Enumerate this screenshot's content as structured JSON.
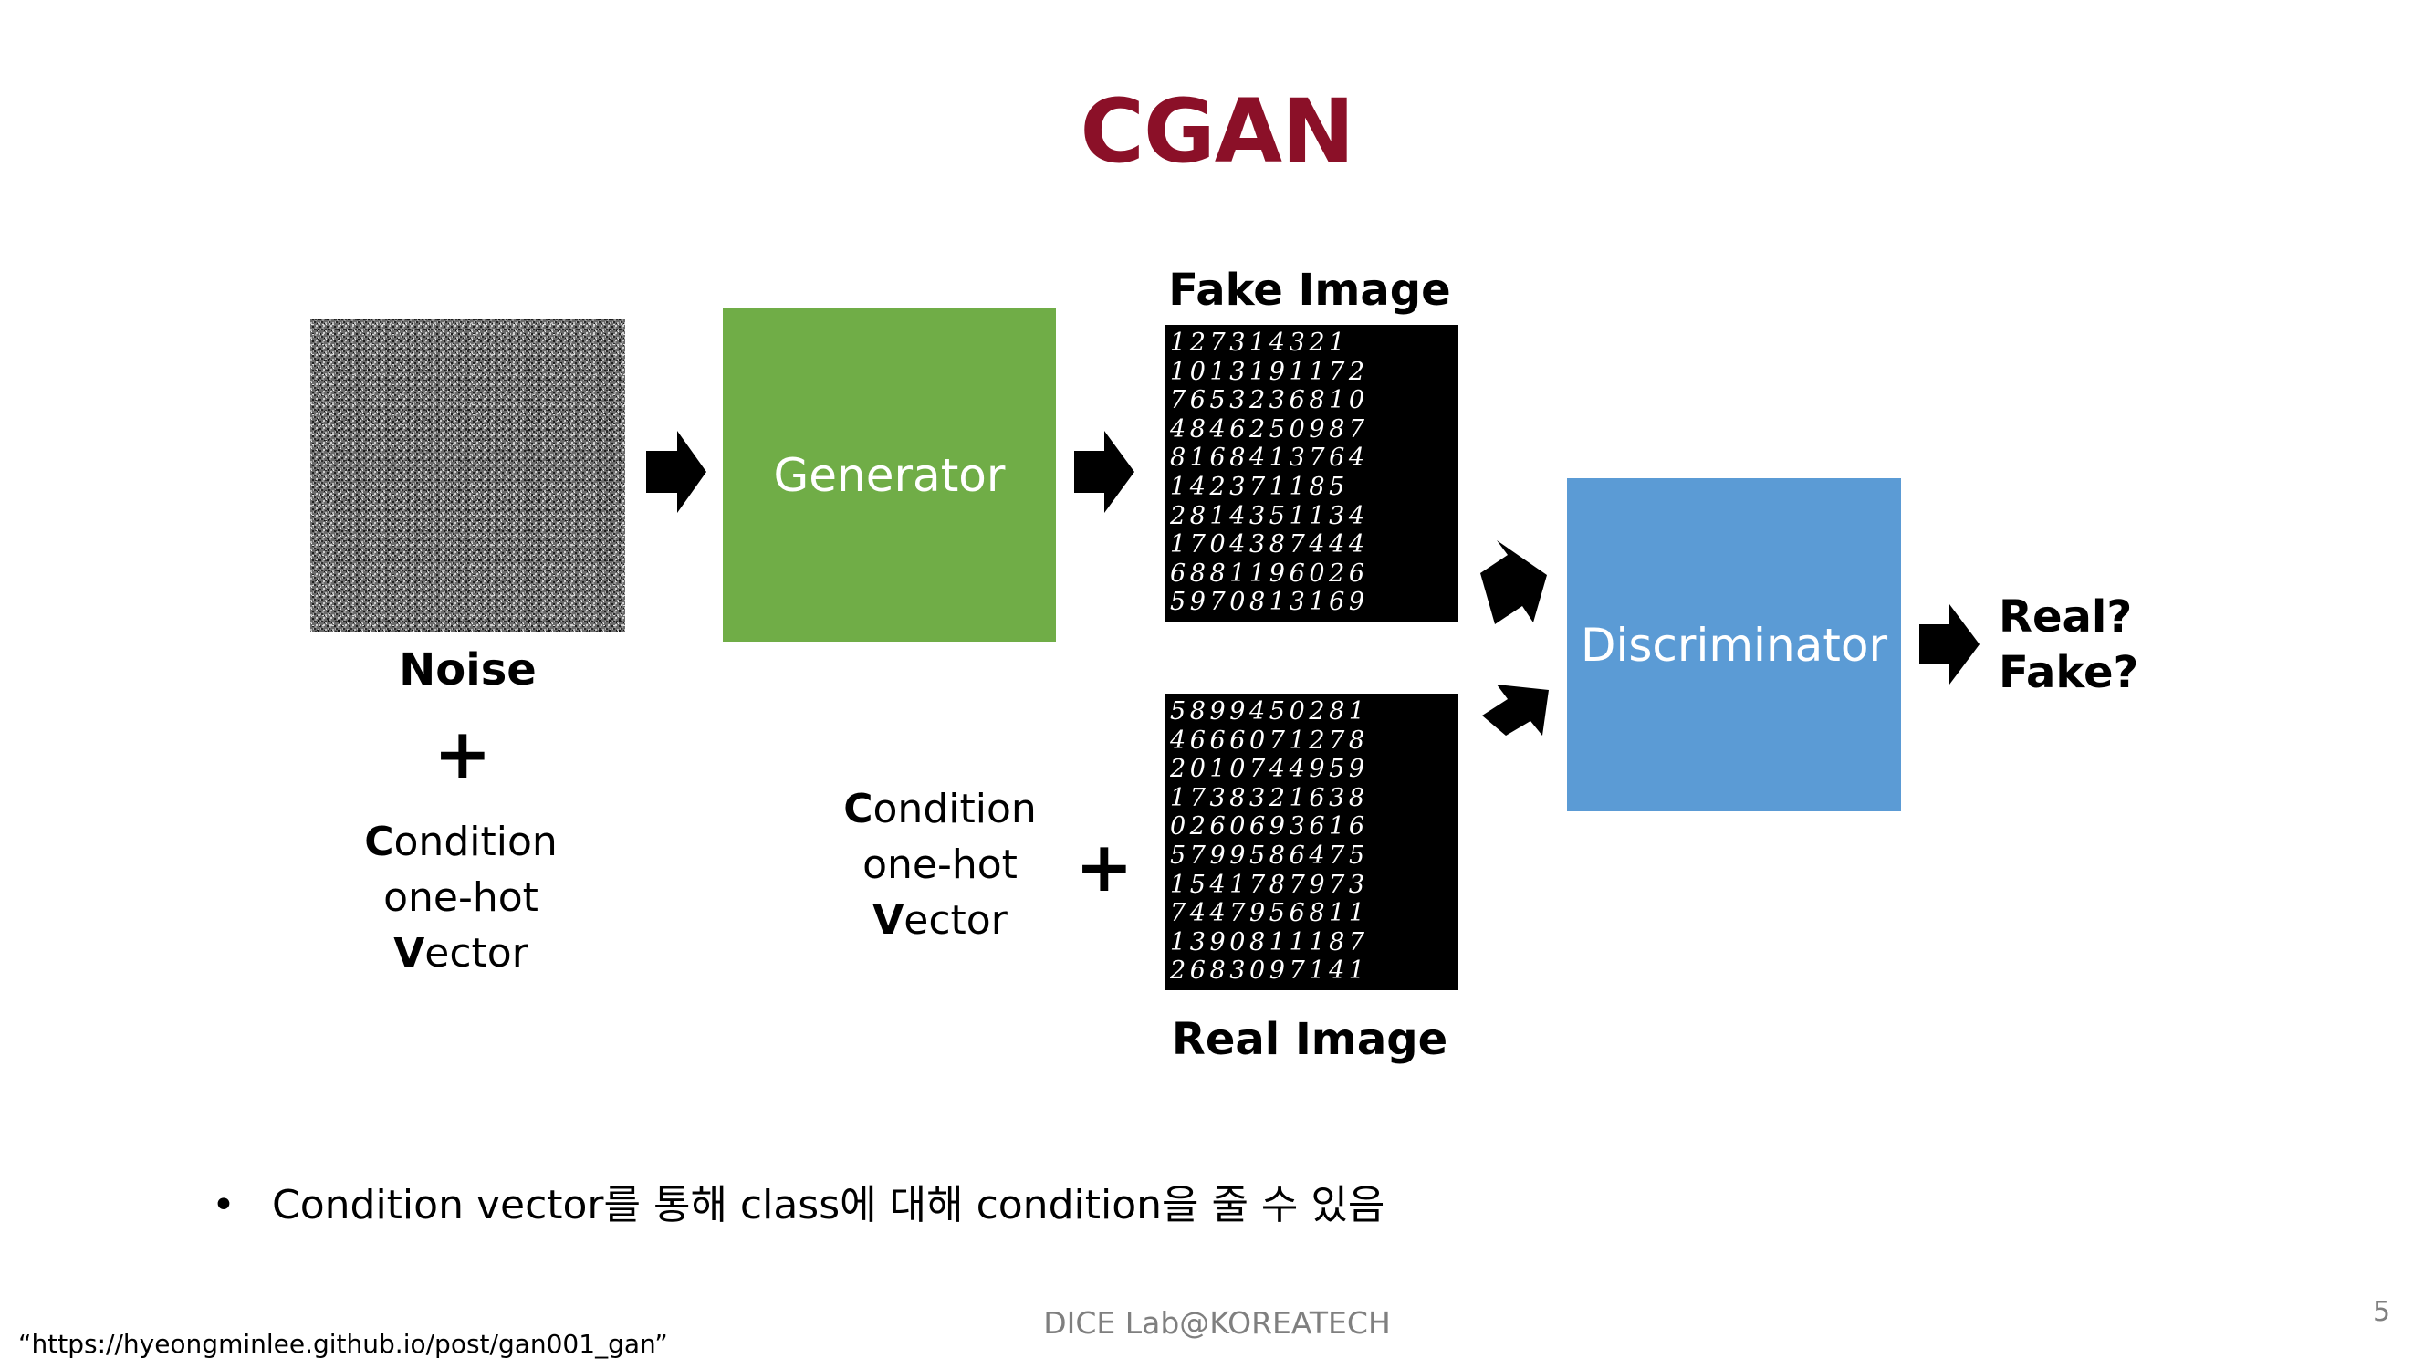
{
  "title": "CGAN",
  "noise_label": "Noise",
  "generator_label": "Generator",
  "discriminator_label": "Discriminator",
  "fake_image_label": "Fake Image",
  "real_image_label": "Real Image",
  "output_label_1": "Real?",
  "output_label_2": "Fake?",
  "plus_symbol": "+",
  "condition_left": {
    "c_bold": "C",
    "c_rest": "ondition",
    "line2": "one-hot",
    "v_bold": "V",
    "v_rest": "ector"
  },
  "condition_middle": {
    "c_bold": "C",
    "c_rest": "ondition",
    "line2": "one-hot",
    "v_bold": "V",
    "v_rest": "ector"
  },
  "bullet_symbol": "•",
  "bullet_text": "Condition vector를 통해 class에 대해 condition을 줄 수 있음",
  "footer": "DICE  Lab@KOREATECH",
  "page_number": "5",
  "source_citation": "“https://hyeongminlee.github.io/post/gan001_gan”",
  "colors": {
    "title": "#8b1028",
    "generator": "#70ad47",
    "discriminator": "#5b9bd5"
  },
  "fake_digits": [
    "1 2 7 3 1 4 3 2 1",
    "1 0 1 3 1 9 1 1 7 2",
    "7 6 5 3 2 3 6 8 1 0",
    "4 8 4 6 2 5 0 9 8 7",
    "8 1 6 8 4 1 3 7 6 4",
    "1 4 2 3 7 1 1 8 5",
    "2 8 1 4 3 5 1 1 3 4",
    "1 7 0 4 3 8 7 4 4 4",
    "6 8 8 1 1 9 6 0 2 6",
    "5 9 7 0 8 1 3 1 6 9"
  ],
  "real_digits": [
    "5 8 9 9 4 5 0 2 8 1",
    "4 6 6 6 0 7 1 2 7 8",
    "2 0 1 0 7 4 4 9 5 9",
    "1 7 3 8 3 2 1 6 3 8",
    "0 2 6 0 6 9 3 6 1 6",
    "5 7 9 9 5 8 6 4 7 5",
    "1 5 4 1 7 8 7 9 7 3",
    "7 4 4 7 9 5 6 8 1 1",
    "1 3 9 0 8 1 1 1 8 7",
    "2 6 8 3 0 9 7 1 4 1"
  ]
}
